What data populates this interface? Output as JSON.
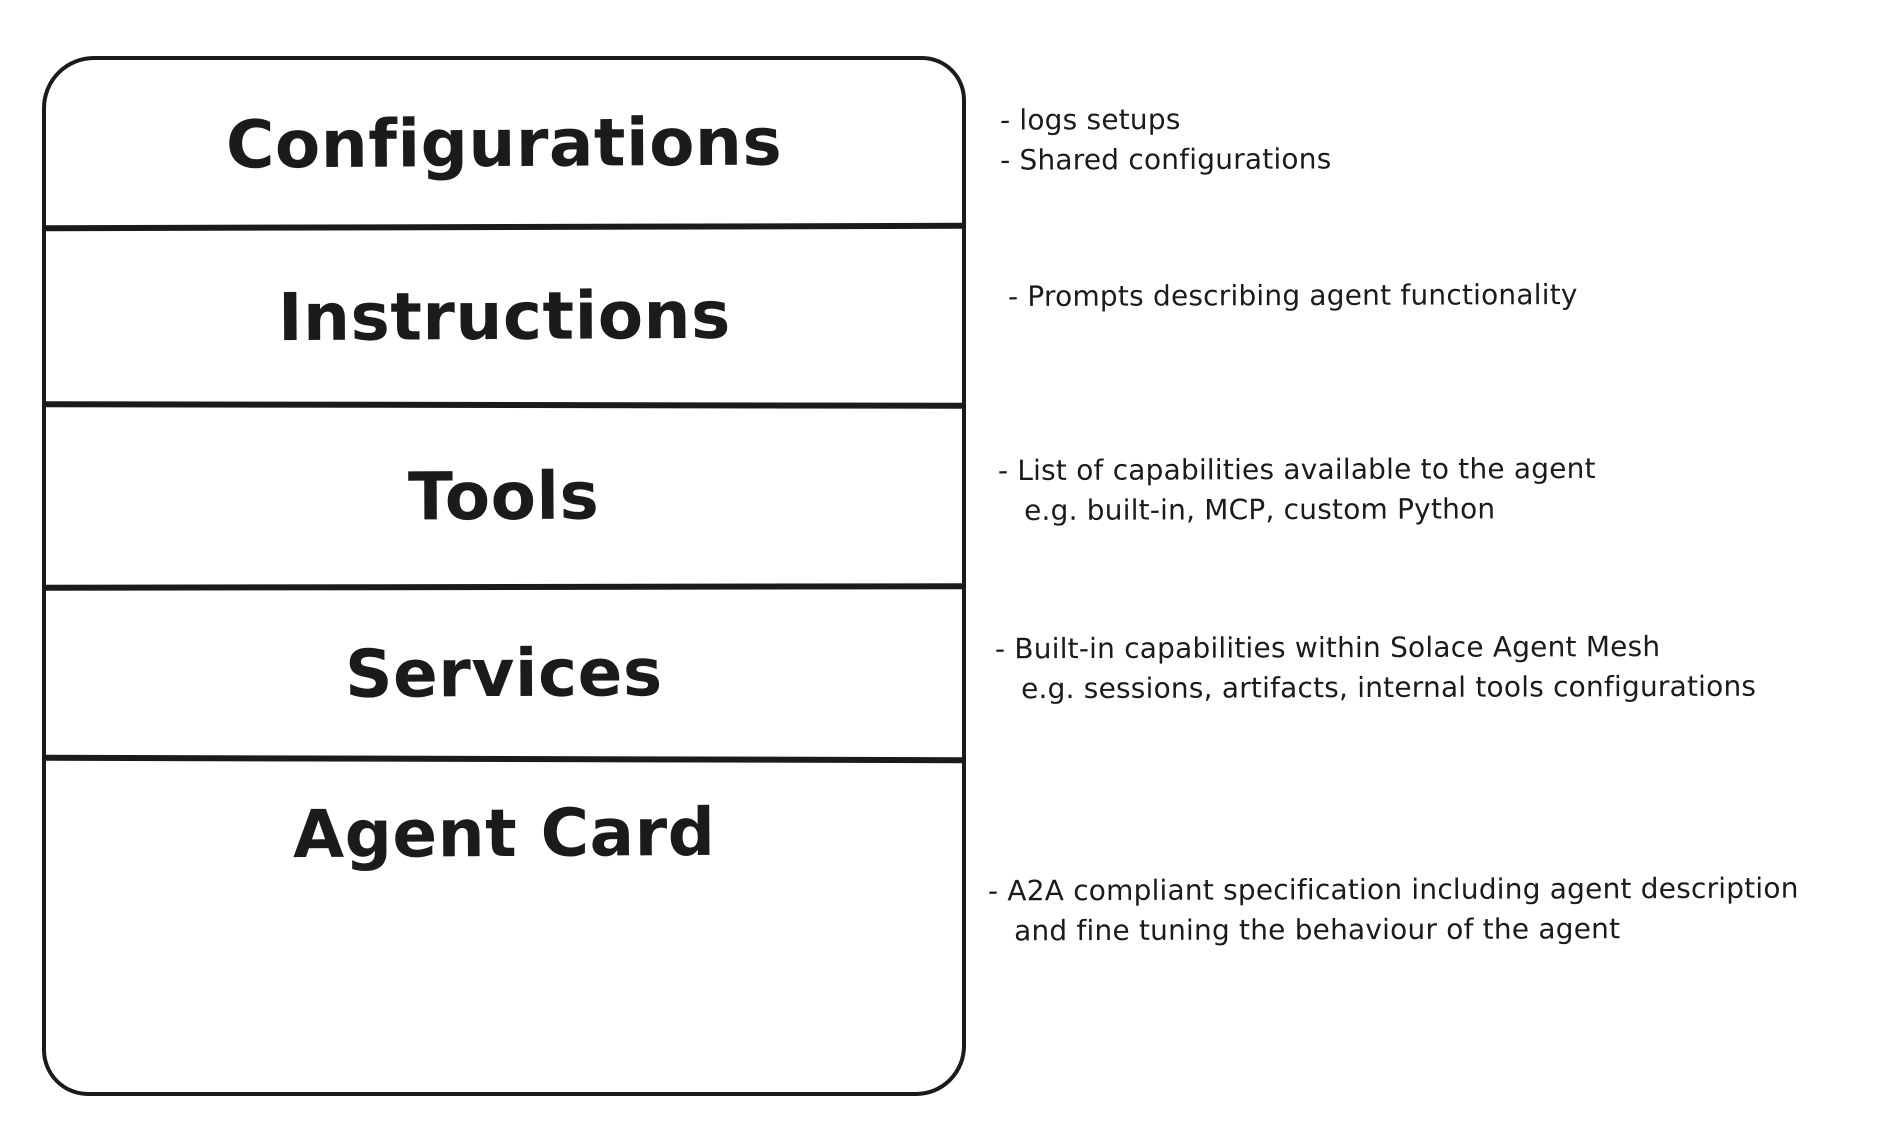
{
  "colors": {
    "ink": "#1b1b1b",
    "background": "#ffffff"
  },
  "sections": [
    {
      "label": "Configurations",
      "notes": [
        "- logs setups",
        "- Shared configurations"
      ]
    },
    {
      "label": "Instructions",
      "notes": [
        "- Prompts describing agent functionality"
      ]
    },
    {
      "label": "Tools",
      "notes": [
        "- List of capabilities available to the agent",
        "e.g. built-in, MCP, custom Python"
      ]
    },
    {
      "label": "Services",
      "notes": [
        "- Built-in capabilities within Solace Agent Mesh",
        "e.g. sessions, artifacts, internal tools configurations"
      ]
    },
    {
      "label": "Agent Card",
      "notes": [
        "- A2A compliant specification including agent description",
        "and fine tuning the behaviour of the agent"
      ]
    }
  ]
}
